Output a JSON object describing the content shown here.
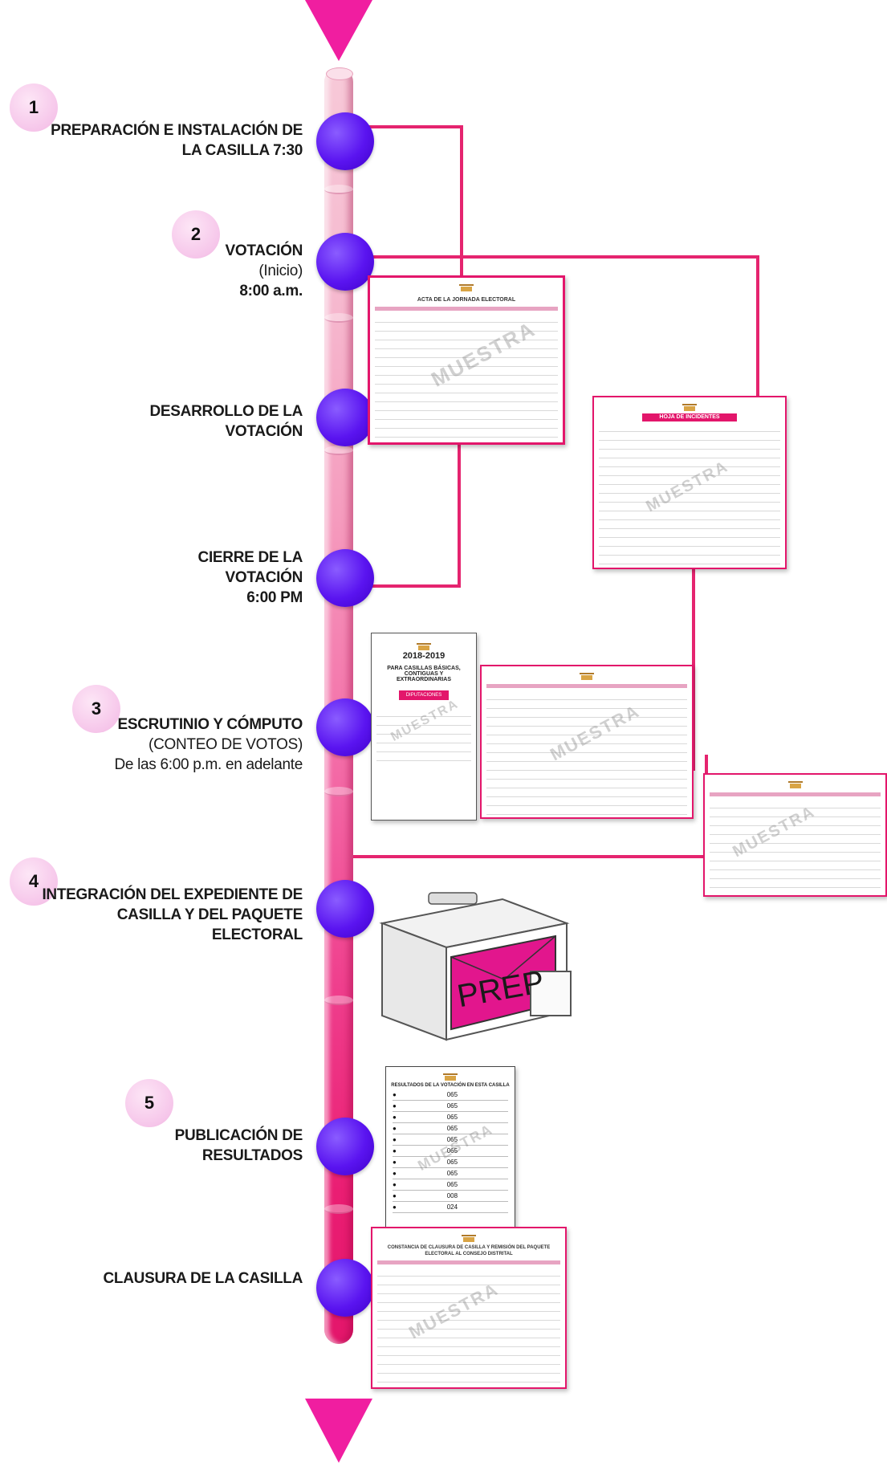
{
  "steps": [
    {
      "number": "1",
      "lines": [
        "PREPARACIÓN E INSTALACIÓN DE",
        "LA CASILLA 7:30"
      ]
    },
    {
      "number": "2",
      "lines": [
        "VOTACIÓN"
      ],
      "sub_lines": [
        "(Inicio)"
      ],
      "extra_lines": [
        "8:00 a.m."
      ]
    },
    {
      "number": "",
      "lines": [
        "DESARROLLO DE LA",
        "VOTACIÓN"
      ]
    },
    {
      "number": "",
      "lines": [
        "CIERRE DE LA",
        "VOTACIÓN",
        "6:00 PM"
      ]
    },
    {
      "number": "3",
      "lines": [
        "ESCRUTINIO Y CÓMPUTO"
      ],
      "sub_lines": [
        "(CONTEO DE VOTOS)",
        "De las 6:00 p.m. en adelante"
      ]
    },
    {
      "number": "4",
      "lines": [
        "INTEGRACIÓN DEL EXPEDIENTE DE",
        "CASILLA Y DEL PAQUETE",
        "ELECTORAL"
      ]
    },
    {
      "number": "5",
      "lines": [
        "PUBLICACIÓN DE",
        "RESULTADOS"
      ]
    },
    {
      "number": "",
      "lines": [
        "CLAUSURA DE LA CASILLA"
      ]
    }
  ],
  "documents": {
    "acta_jornada": {
      "title": "ACTA DE LA JORNADA ELECTORAL",
      "watermark": "MUESTRA"
    },
    "hoja_incidentes": {
      "title": "HOJA DE INCIDENTES",
      "watermark": "MUESTRA"
    },
    "cuadernillo": {
      "year": "2018-2019",
      "title": "PARA CASILLAS BÁSICAS, CONTIGUAS Y EXTRAORDINARIAS",
      "badge": "DIPUTACIONES",
      "watermark": "MUESTRA"
    },
    "acta_escrutinio": {
      "watermark": "MUESTRA"
    },
    "recibo": {
      "watermark": "MUESTRA"
    },
    "prep": {
      "label": "PREP"
    },
    "resultados": {
      "title": "RESULTADOS DE LA VOTACIÓN EN ESTA CASILLA",
      "watermark": "MUESTRA",
      "values": [
        "065",
        "065",
        "065",
        "065",
        "065",
        "065",
        "065",
        "065",
        "065",
        "008",
        "024"
      ]
    },
    "constancia": {
      "title": "CONSTANCIA DE CLAUSURA DE CASILLA Y REMISIÓN DEL PAQUETE ELECTORAL AL CONSEJO DISTRITAL",
      "watermark": "MUESTRA"
    }
  },
  "colors": {
    "tube": "#f36aa6",
    "node": "#5a14f0",
    "arrow": "#f01ea0",
    "connector": "#e5246f",
    "badge": "#f6c6ea"
  }
}
